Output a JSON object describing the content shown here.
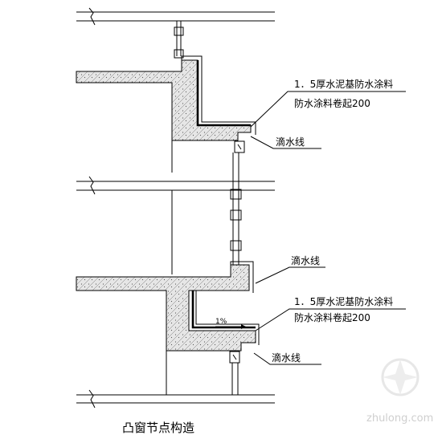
{
  "labels": {
    "upper_coating_1": "1．5厚水泥基防水涂料",
    "upper_coating_2": "防水涂料卷起200",
    "upper_drip": "滴水线",
    "middle_drip": "滴水线",
    "lower_coating_1": "1．5厚水泥基防水涂料",
    "lower_coating_2": "防水涂料卷起200",
    "lower_drip": "滴水线",
    "slope": "1%",
    "caption": "凸窗节点构造"
  },
  "watermark": "zhulong.com",
  "colors": {
    "line": "#000000",
    "concrete": "#e4e4e4",
    "watermark": "#cfcfcf"
  }
}
